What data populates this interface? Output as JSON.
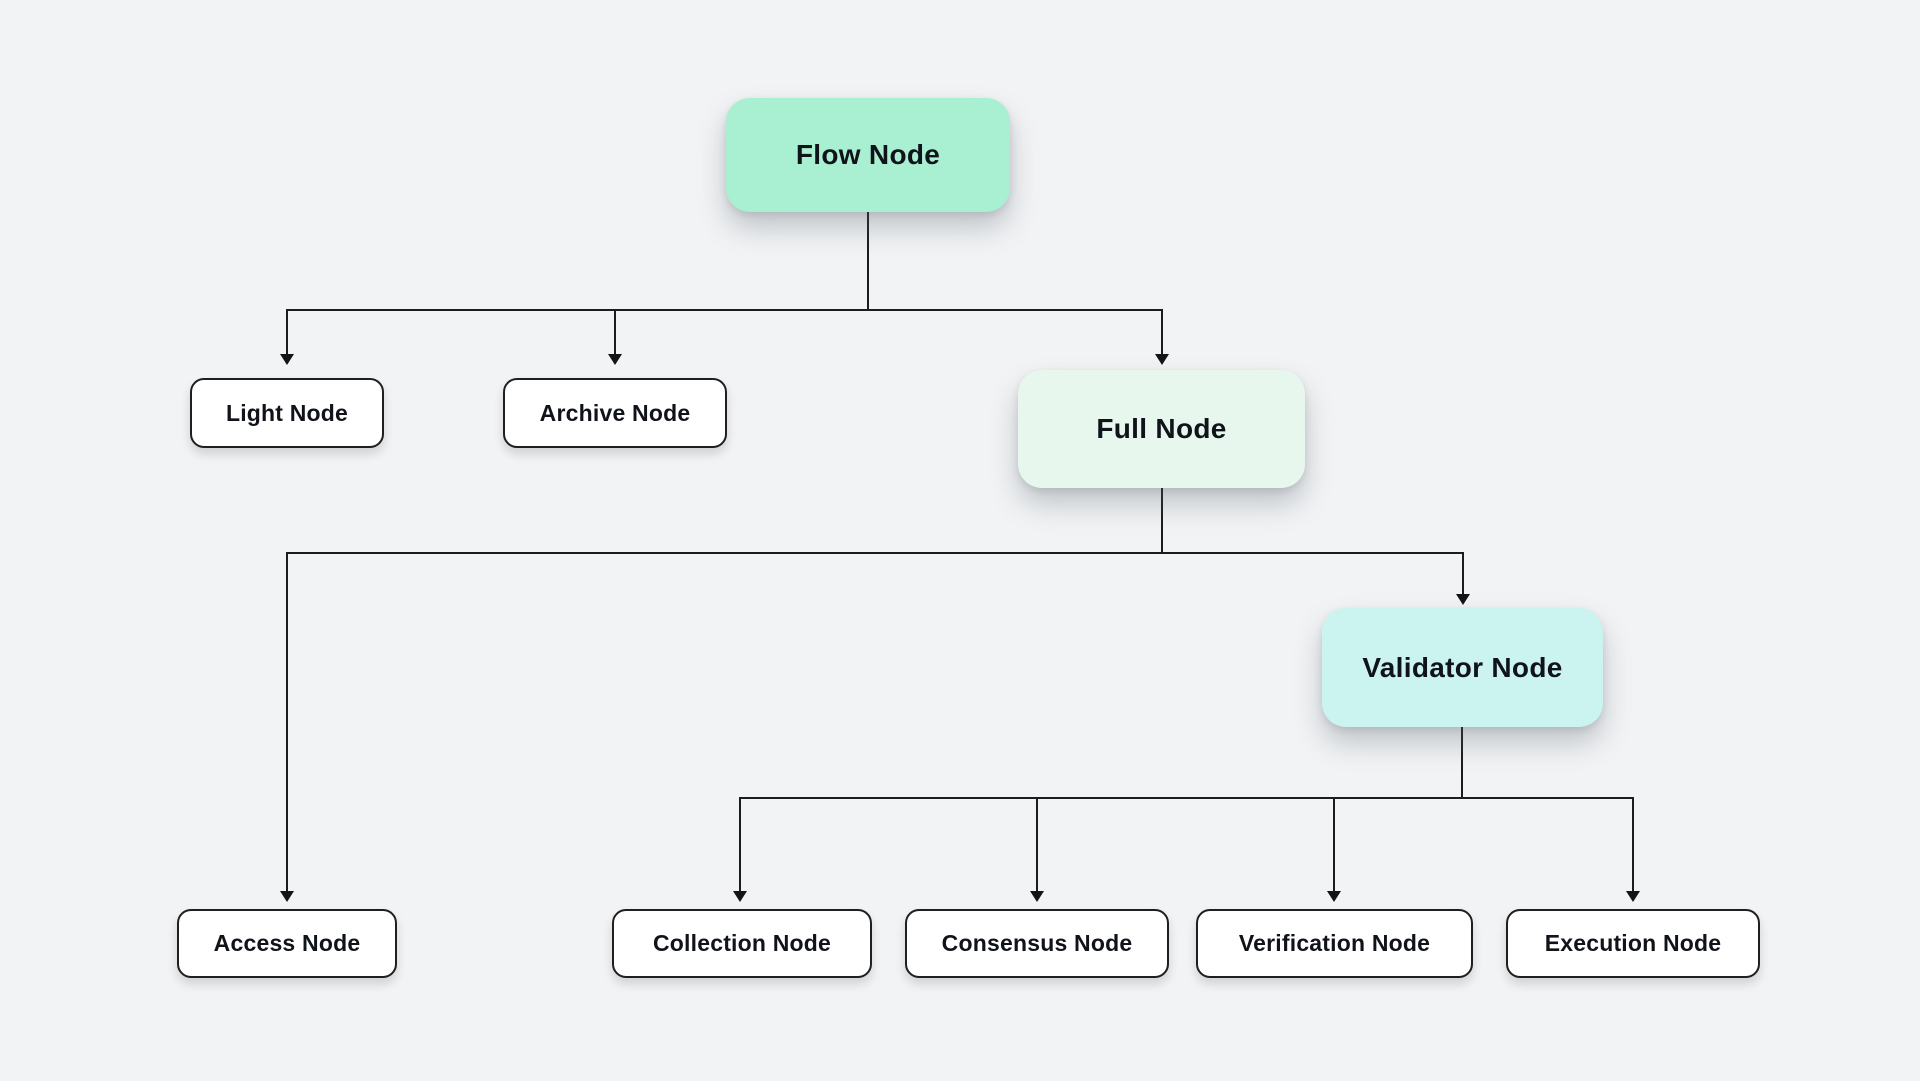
{
  "diagram": {
    "type": "flowchart",
    "background_color": "#f2f3f5",
    "line_color": "#1c1c1c",
    "text_color": "#10141a",
    "nodes": {
      "flow": {
        "label": "Flow Node",
        "fill": "#a9efd1",
        "role": "root"
      },
      "light": {
        "label": "Light Node",
        "fill": "#ffffff",
        "role": "leaf"
      },
      "archive": {
        "label": "Archive Node",
        "fill": "#ffffff",
        "role": "leaf"
      },
      "full": {
        "label": "Full Node",
        "fill": "#e8f7ee",
        "role": "branch"
      },
      "access": {
        "label": "Access Node",
        "fill": "#ffffff",
        "role": "leaf"
      },
      "validator": {
        "label": "Validator Node",
        "fill": "#cbf4f1",
        "role": "branch"
      },
      "collection": {
        "label": "Collection Node",
        "fill": "#ffffff",
        "role": "leaf"
      },
      "consensus": {
        "label": "Consensus Node",
        "fill": "#ffffff",
        "role": "leaf"
      },
      "verification": {
        "label": "Verification Node",
        "fill": "#ffffff",
        "role": "leaf"
      },
      "execution": {
        "label": "Execution Node",
        "fill": "#ffffff",
        "role": "leaf"
      }
    },
    "hierarchy": {
      "Flow Node": [
        "Light Node",
        "Archive Node",
        "Full Node"
      ],
      "Full Node": [
        "Access Node",
        "Validator Node"
      ],
      "Validator Node": [
        "Collection Node",
        "Consensus Node",
        "Verification Node",
        "Execution Node"
      ]
    }
  }
}
